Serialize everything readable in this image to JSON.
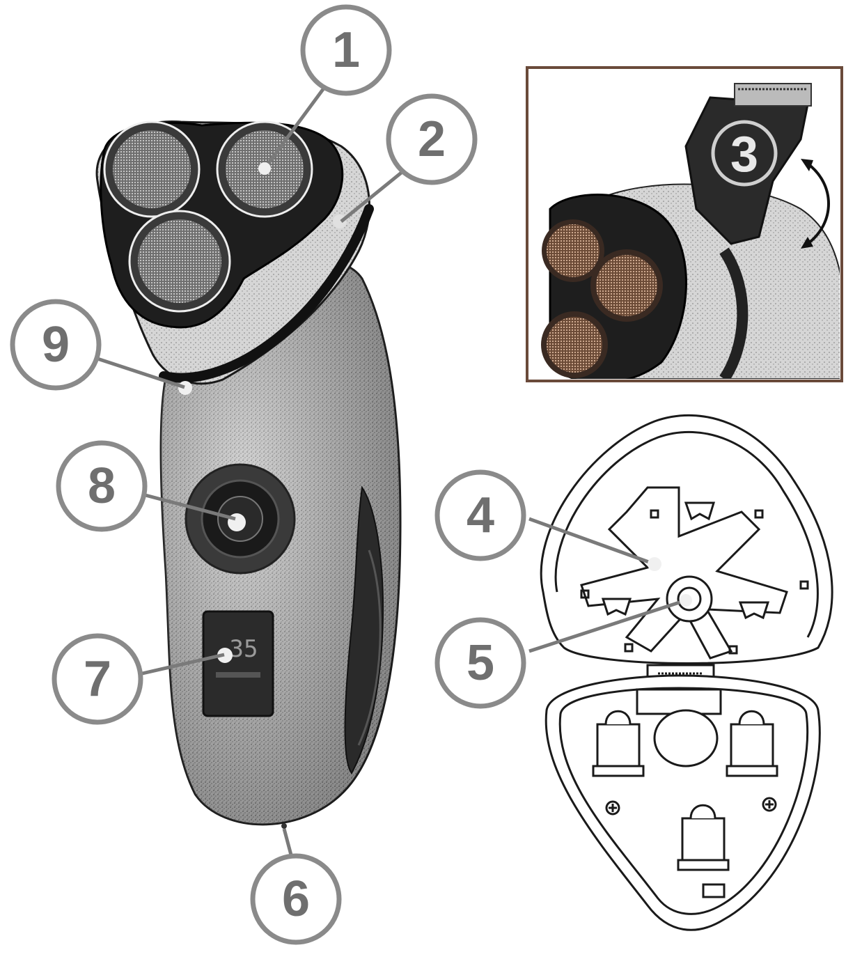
{
  "diagram": {
    "colors": {
      "callout_stroke": "#8a8a8a",
      "callout_fill": "#ffffff",
      "callout_text": "#6f6f6f",
      "leader_line": "#7a7a7a",
      "outline": "#1a1a1a",
      "body_dark": "#3a3a3a",
      "body_mid": "#9a9a9a",
      "body_light": "#d8d8d8",
      "foil_copper": "#b08466",
      "inset_frame": "#6a4a3a"
    },
    "callouts": [
      {
        "id": "1",
        "label": "1"
      },
      {
        "id": "2",
        "label": "2"
      },
      {
        "id": "3",
        "label": "3"
      },
      {
        "id": "4",
        "label": "4"
      },
      {
        "id": "5",
        "label": "5"
      },
      {
        "id": "6",
        "label": "6"
      },
      {
        "id": "7",
        "label": "7"
      },
      {
        "id": "8",
        "label": "8"
      },
      {
        "id": "9",
        "label": "9"
      }
    ],
    "display_readout": "35"
  }
}
